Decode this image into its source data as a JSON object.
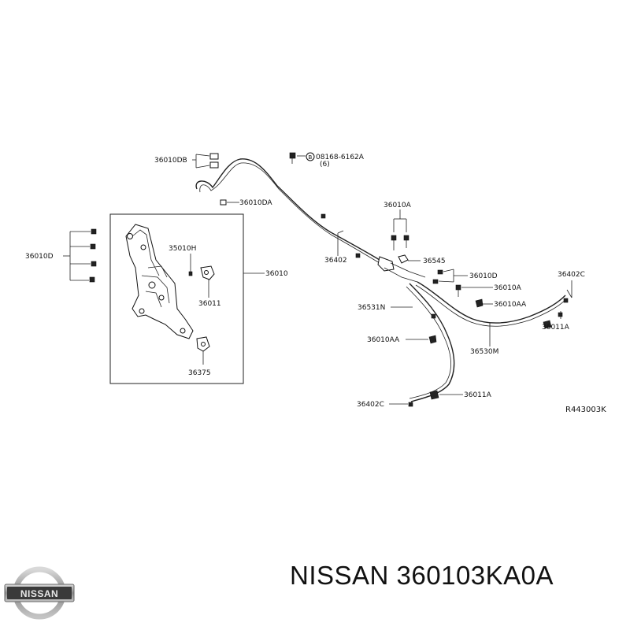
{
  "diagram": {
    "labels": {
      "l_36010db": "36010DB",
      "l_08168": "08168-6162A",
      "l_08168_qty": "(6)",
      "l_bolt_mark": "B",
      "l_36010da": "36010DA",
      "l_36010a_top": "36010A",
      "l_36010d_left": "36010D",
      "l_35010h": "35010H",
      "l_36010": "36010",
      "l_36402": "36402",
      "l_36545": "36545",
      "l_36010d_right": "36010D",
      "l_36402c_right": "36402C",
      "l_36011": "36011",
      "l_36010a_mid": "36010A",
      "l_36531n": "36531N",
      "l_36010aa_right": "36010AA",
      "l_36011a_right": "36011A",
      "l_36010aa_left": "36010AA",
      "l_36530m": "36530M",
      "l_36375": "36375",
      "l_36011a_bottom": "36011A",
      "l_36402c_bottom": "36402C",
      "l_ref": "R443003K"
    }
  },
  "footer": {
    "logo_text": "NISSAN",
    "brand": "NISSAN",
    "part_number": "360103KA0A"
  }
}
